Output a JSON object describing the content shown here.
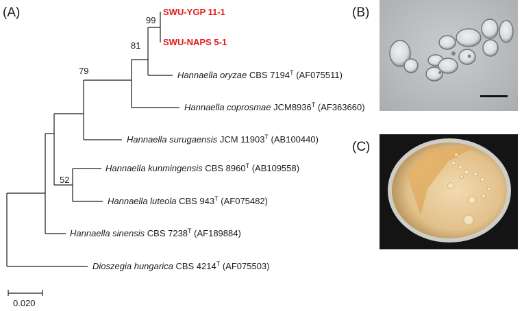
{
  "panels": {
    "a_label": "(A)",
    "b_label": "(B)",
    "c_label": "(C)"
  },
  "tree": {
    "highlight_color": "#e01b1b",
    "line_color": "#1a1a1a",
    "bootstrap": [
      "99",
      "81",
      "79",
      "52"
    ],
    "scale_label": "0.020",
    "taxa": [
      {
        "genus": "",
        "species": "",
        "strain": "SWU-YGP 11-1",
        "sup": "",
        "acc": "",
        "highlight": true
      },
      {
        "genus": "",
        "species": "",
        "strain": "SWU-NAPS 5-1",
        "sup": "",
        "acc": "",
        "highlight": true
      },
      {
        "genus": "Hannaella",
        "species": "oryzae",
        "strain": "CBS 7194",
        "sup": "T",
        "acc": "(AF075511)",
        "highlight": false
      },
      {
        "genus": "Hannaella",
        "species": "coprosmae",
        "strain": "JCM8936",
        "sup": "T",
        "acc": "(AF363660)",
        "highlight": false
      },
      {
        "genus": "Hannaella",
        "species": "surugaensis",
        "strain": "JCM 11903",
        "sup": "T",
        "acc": "(AB100440)",
        "highlight": false
      },
      {
        "genus": "Hannaella",
        "species": "kunmingensis",
        "strain": "CBS 8960",
        "sup": "T",
        "acc": "(AB109558)",
        "highlight": false
      },
      {
        "genus": "Hannaella",
        "species": "luteola",
        "strain": "CBS 943",
        "sup": "T",
        "acc": "(AF075482)",
        "highlight": false
      },
      {
        "genus": "Hannaella",
        "species": "sinensis",
        "strain": "CBS 7238",
        "sup": "T",
        "acc": "(AF189884)",
        "highlight": false
      },
      {
        "genus": "Dioszegia",
        "species": "hungarica",
        "strain": "CBS 4214",
        "sup": "T",
        "acc": "(AF075503)",
        "highlight": false
      }
    ]
  }
}
